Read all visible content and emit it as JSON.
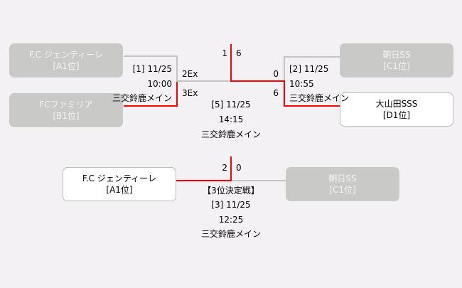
{
  "semifinal1": {
    "team_a": {
      "name": "F.C ジェンティーレ",
      "seed": "[A1位]",
      "status": "lost"
    },
    "team_b": {
      "name": "FCファミリア",
      "seed": "[B1位]",
      "status": "lost"
    },
    "match": "[1] 11/25",
    "time": "10:00",
    "venue": "三交鈴鹿メイン",
    "score_a": "2Ex",
    "score_b": "3Ex"
  },
  "semifinal2": {
    "team_a": {
      "name": "朝日SS",
      "seed": "[C1位]",
      "status": "lost"
    },
    "team_b": {
      "name": "大山田SSS",
      "seed": "[D1位]",
      "status": "won"
    },
    "match": "[2] 11/25",
    "time": "10:55",
    "venue": "三交鈴鹿メイン",
    "score_a": "0",
    "score_b": "6"
  },
  "final": {
    "match": "[5] 11/25",
    "time": "14:15",
    "venue": "三交鈴鹿メイン",
    "score_left": "1",
    "score_right": "6"
  },
  "third_place": {
    "title": "【3位決定戦】",
    "team_a": {
      "name": "F.C ジェンティーレ",
      "seed": "[A1位]"
    },
    "team_b": {
      "name": "朝日SS",
      "seed": "[C1位]"
    },
    "match": "[3] 11/25",
    "time": "12:25",
    "venue": "三交鈴鹿メイン",
    "score_a": "2",
    "score_b": "0"
  },
  "colors": {
    "winner_line": "#ff0000",
    "loser_line": "#c4c4c4"
  }
}
